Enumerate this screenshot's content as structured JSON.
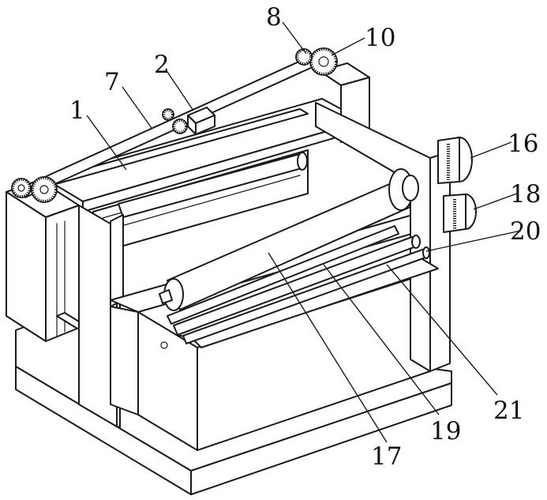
{
  "diagram": {
    "part_labels": [
      "1",
      "2",
      "7",
      "8",
      "10",
      "16",
      "17",
      "18",
      "19",
      "20",
      "21"
    ]
  }
}
